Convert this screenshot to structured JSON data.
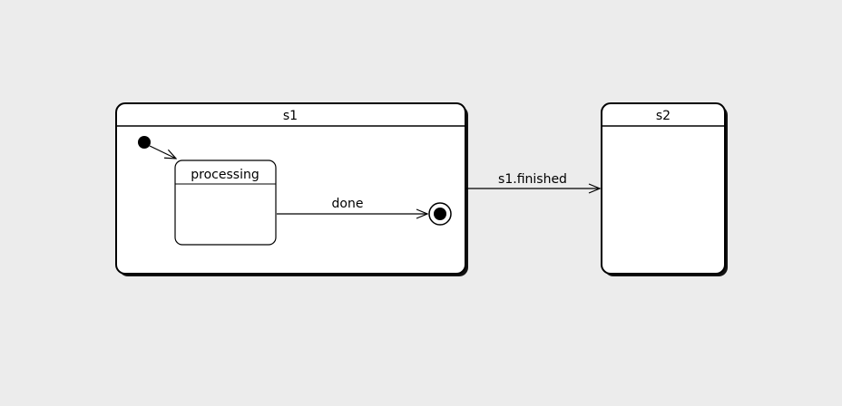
{
  "diagram": {
    "type": "uml-state-machine-diagram",
    "colors": {
      "background": "#ececec",
      "state_fill": "#ffffff",
      "stroke": "#000000",
      "shadow": "#131313",
      "text": "#000000"
    },
    "states": [
      {
        "id": "s1",
        "label": "s1",
        "kind": "composite"
      },
      {
        "id": "processing",
        "label": "processing",
        "kind": "simple",
        "parent": "s1"
      },
      {
        "id": "s2",
        "label": "s2",
        "kind": "simple"
      }
    ],
    "pseudostates": [
      {
        "kind": "initial",
        "parent": "s1"
      },
      {
        "kind": "final",
        "parent": "s1"
      }
    ],
    "transitions": [
      {
        "from": "initial",
        "to": "processing",
        "label": ""
      },
      {
        "from": "processing",
        "to": "final",
        "label": "done"
      },
      {
        "from": "s1",
        "to": "s2",
        "label": "s1.finished"
      }
    ]
  }
}
